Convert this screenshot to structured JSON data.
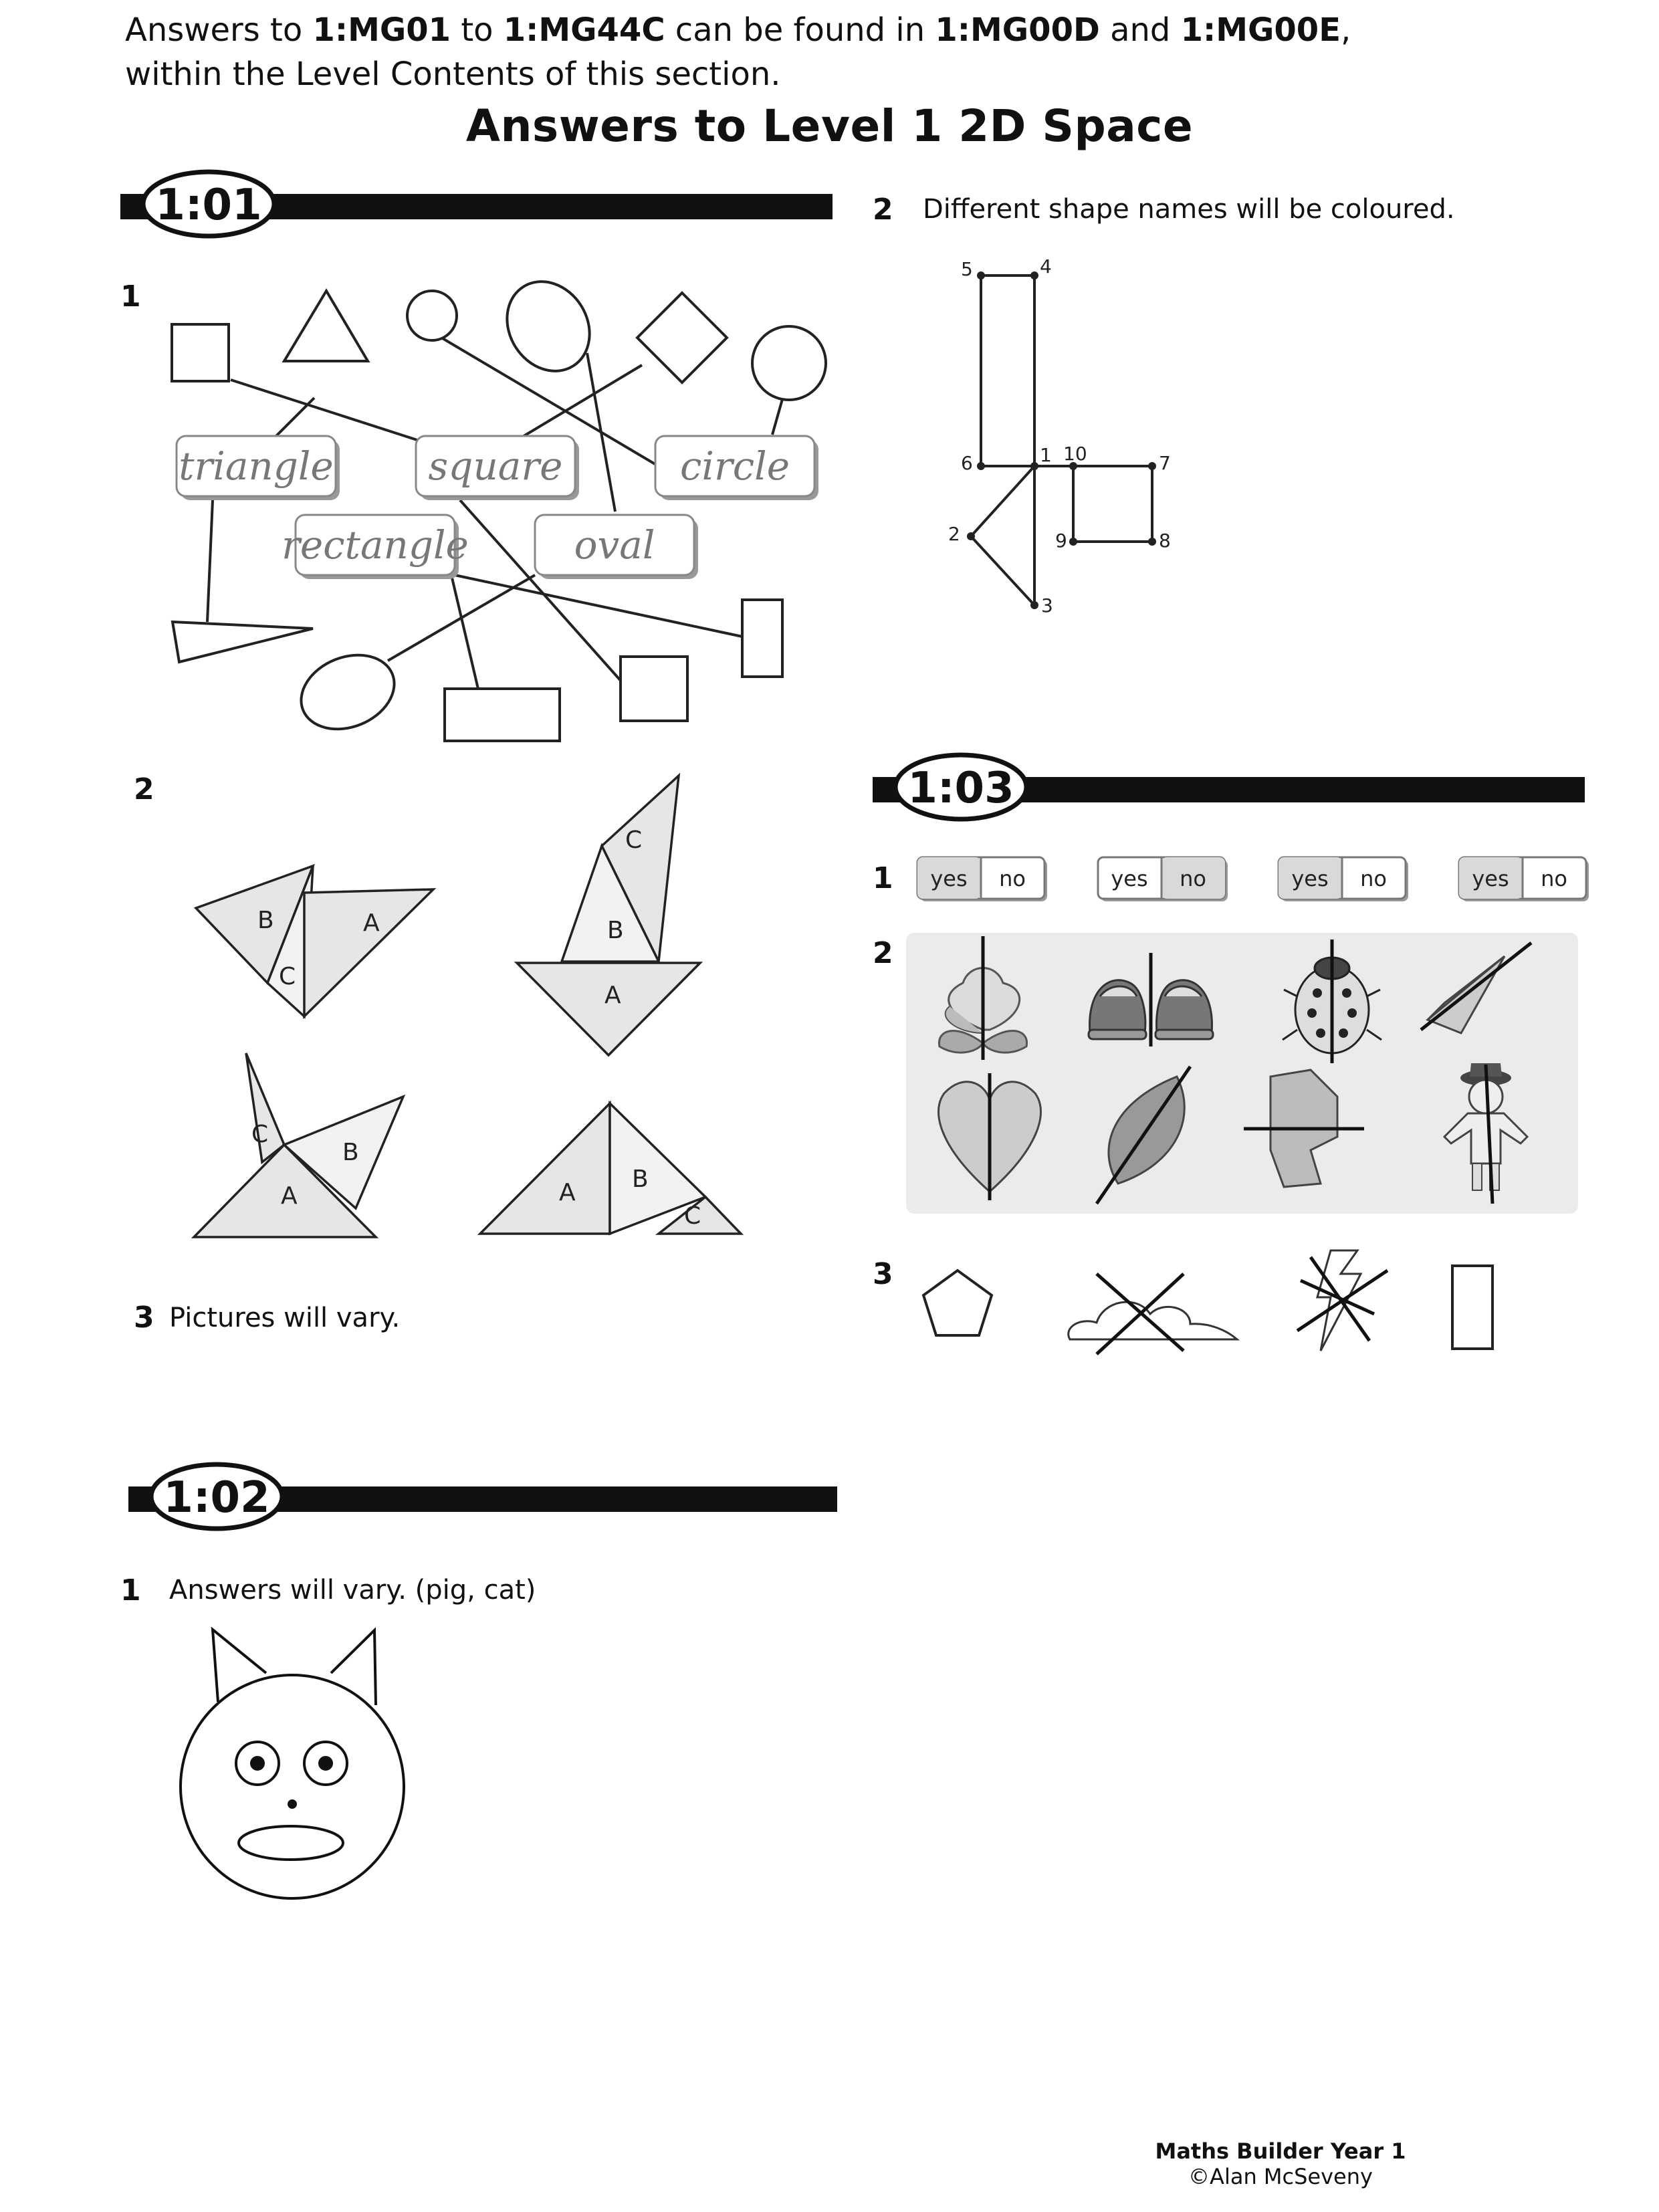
{
  "intro": {
    "t1": "Answers to ",
    "b1": "1:MG01",
    "t2": " to ",
    "b2": "1:MG44C",
    "t3": " can be found in ",
    "b3": "1:MG00D",
    "t4": " and ",
    "b4": "1:MG00E",
    "t5": ",",
    "line2": "within the Level Contents of this section."
  },
  "title": "Answers to Level 1 2D Space",
  "sections": {
    "s101": "1:01",
    "s102": "1:02",
    "s103": "1:03"
  },
  "s101": {
    "q1": "1",
    "q2": "2",
    "q3": "3",
    "q3_text": "Pictures will vary.",
    "labels": [
      "triangle",
      "square",
      "circle",
      "rectangle",
      "oval"
    ],
    "tangram_letters": [
      "A",
      "B",
      "C"
    ],
    "q2_right": "2",
    "q2_right_text": "Different shape names will be coloured.",
    "points": [
      "1",
      "2",
      "3",
      "4",
      "5",
      "6",
      "7",
      "8",
      "9",
      "10"
    ]
  },
  "s102": {
    "q1": "1",
    "q1_text": "Answers will vary. (pig, cat)"
  },
  "s103": {
    "q1": "1",
    "q2": "2",
    "q3": "3",
    "yes": "yes",
    "no": "no",
    "selected": [
      "yes",
      "no",
      "yes",
      "yes"
    ]
  },
  "footer": {
    "line1": "Maths Builder Year 1",
    "line2": "©Alan McSeveny"
  },
  "colors": {
    "ink": "#111111",
    "panel": "#ebebeb",
    "label_gray": "#777777",
    "shape_fill": "#e6e6e6"
  }
}
